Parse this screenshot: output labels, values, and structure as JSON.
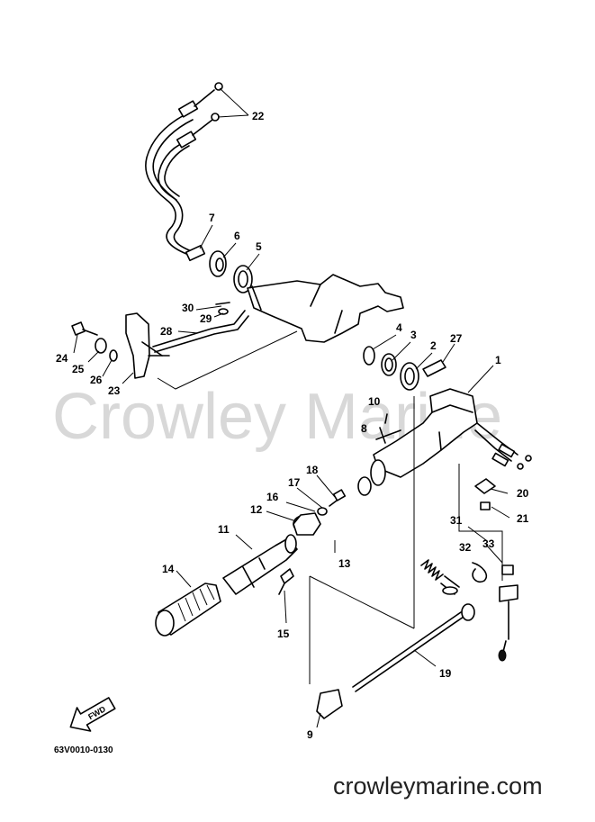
{
  "watermark": "Crowley Marine",
  "footer_site": "crowleymarine.com",
  "diagram_code": "63V0010-0130",
  "fwd_label": "FWD",
  "callouts": {
    "c1": "1",
    "c2": "2",
    "c3": "3",
    "c4": "4",
    "c5": "5",
    "c6": "6",
    "c7": "7",
    "c8": "8",
    "c9": "9",
    "c10": "10",
    "c11": "11",
    "c12": "12",
    "c13": "13",
    "c14": "14",
    "c15": "15",
    "c16": "16",
    "c17": "17",
    "c18": "18",
    "c19": "19",
    "c20": "20",
    "c21": "21",
    "c22": "22",
    "c23": "23",
    "c24": "24",
    "c25": "25",
    "c26": "26",
    "c27": "27",
    "c28": "28",
    "c29": "29",
    "c30": "30",
    "c31": "31",
    "c32": "32",
    "c33": "33"
  }
}
